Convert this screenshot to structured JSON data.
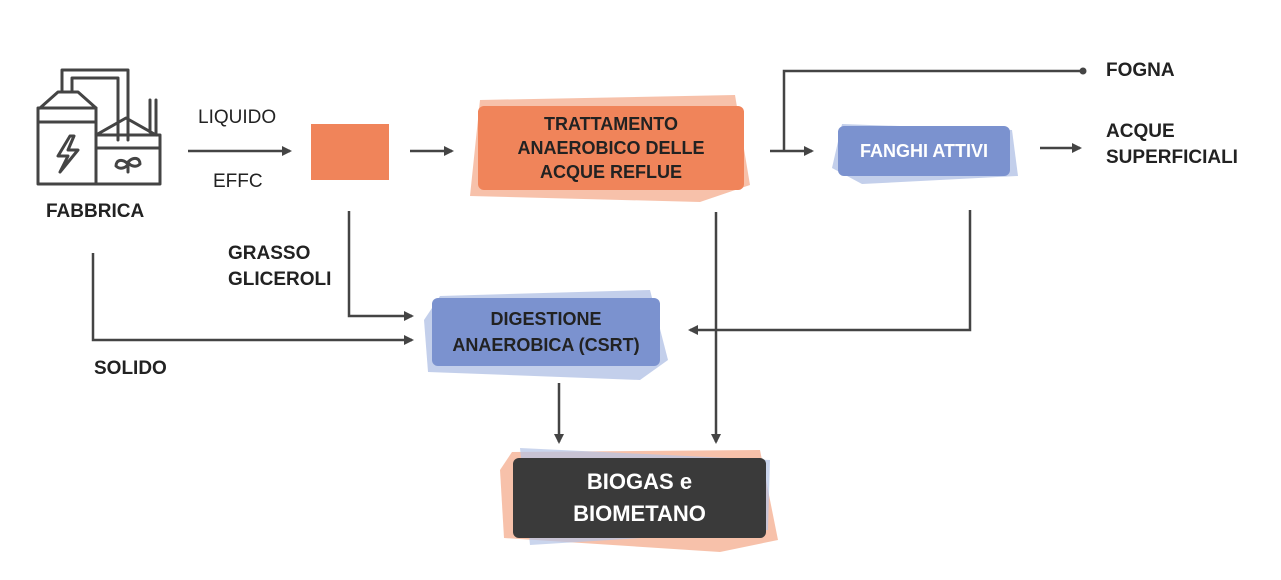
{
  "colors": {
    "orange": "#f0845a",
    "orange_light": "#f6b69b",
    "blue": "#7b92cf",
    "blue_light": "#b4c3e6",
    "dark": "#3a3a3a",
    "line": "#444444"
  },
  "nodes": {
    "factory": {
      "label": "FABBRICA",
      "icon": "factory-icon"
    },
    "effc_box": {
      "label": ""
    },
    "anaerobic_treatment": {
      "label": "TRATTAMENTO\nANAEROBICO DELLE\nACQUE REFLUE"
    },
    "activated_sludge": {
      "label": "FANGHI ATTIVI"
    },
    "anaerobic_digestion": {
      "label": "DIGESTIONE\nANAEROBICA (CSRT)"
    },
    "biogas": {
      "label": "BIOGAS e\nBIOMETANO"
    }
  },
  "edge_labels": {
    "liquid": "LIQUIDO",
    "effc": "EFFC",
    "fat_line1": "GRASSO",
    "fat_line2": "GLICEROLI",
    "solid": "SOLIDO",
    "sewer": "FOGNA",
    "surface_line1": "ACQUE",
    "surface_line2": "SUPERFICIALI"
  }
}
